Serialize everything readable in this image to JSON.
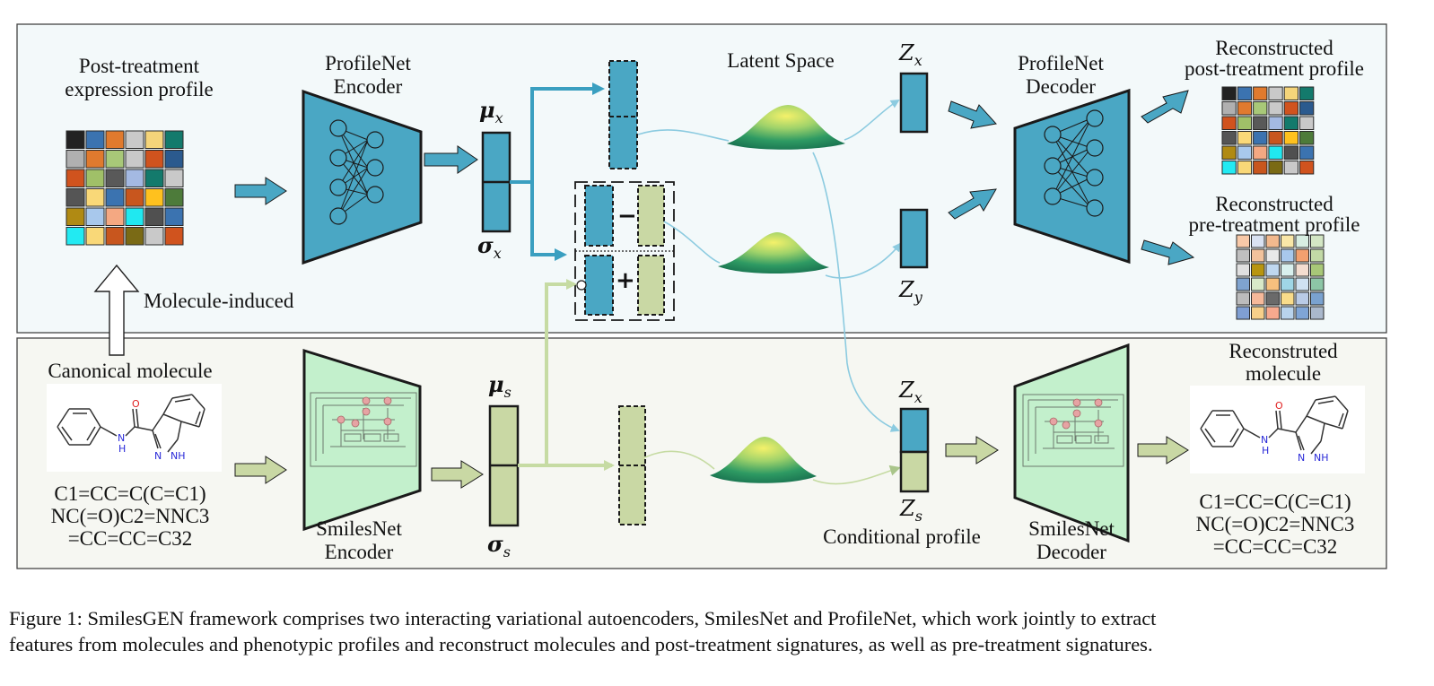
{
  "colors": {
    "profile_teal": "#4aa7c4",
    "smiles_green": "#c9d8a4",
    "top_panel_bg": "#f3f9fa",
    "bottom_panel_bg": "#f6f7f2",
    "latent_curve": "#8ccbe0",
    "green_curve": "#c6dba3",
    "encoder_bg_green": "#c3f0cc"
  },
  "labels": {
    "post_treatment_profile": [
      "Post-treatment",
      "expression profile"
    ],
    "profilenet_encoder": [
      "ProfileNet",
      "Encoder"
    ],
    "latent_space": "Latent Space",
    "profilenet_decoder": [
      "ProfileNet",
      "Decoder"
    ],
    "recon_post": [
      "Reconstructed",
      "post-treatment profile"
    ],
    "recon_pre": [
      "Reconstructed",
      "pre-treatment profile"
    ],
    "molecule_induced": "Molecule-induced",
    "canonical_molecule": "Canonical molecule",
    "smilesnet_encoder": [
      "SmilesNet",
      "Encoder"
    ],
    "conditional_profile": "Conditional profile",
    "smilesnet_decoder": [
      "SmilesNet",
      "Decoder"
    ],
    "reconstructed_molecule": [
      "Reconstruted",
      "molecule"
    ]
  },
  "symbols": {
    "mu": "μ",
    "sigma": "σ",
    "z": "Z",
    "sub_x": "x",
    "sub_y": "y",
    "sub_s": "s",
    "minus": "−",
    "plus": "+"
  },
  "smiles_input": [
    "C1=CC=C(C=C1)",
    "NC(=O)C2=NNC3",
    "=CC=CC=C32"
  ],
  "smiles_output": [
    "C1=CC=C(C=C1)",
    "NC(=O)C2=NNC3",
    "=CC=CC=C32"
  ],
  "molecule_atoms": {
    "oxygen": "O",
    "nitrogen": "N",
    "hydrogen": "H",
    "nh": "NH"
  },
  "caption": [
    "Figure 1: SmilesGEN framework comprises two interacting variational autoencoders, SmilesNet and ProfileNet, which work jointly to extract",
    "features from molecules and phenotypic profiles and reconstruct molecules and post-treatment signatures, as well as pre-treatment signatures."
  ],
  "heatmaps": {
    "post_treatment": [
      [
        "#222222",
        "#3b73b0",
        "#e07a2e",
        "#c9c9c9",
        "#f4d47a",
        "#137a6c"
      ],
      [
        "#b0b0b0",
        "#e07a2e",
        "#a8c878",
        "#c9c9c9",
        "#d0531e",
        "#2b5a8e"
      ],
      [
        "#d0531e",
        "#a0c068",
        "#595959",
        "#a4b9e2",
        "#137a6c",
        "#c9c9c9"
      ],
      [
        "#555555",
        "#f9d878",
        "#3b73b0",
        "#c8561e",
        "#ffc11e",
        "#4d7b3a"
      ],
      [
        "#b08a13",
        "#a8c8ec",
        "#f4a882",
        "#20e8f0",
        "#505050",
        "#3b73b0"
      ],
      [
        "#22eaf2",
        "#f9d878",
        "#c8561e",
        "#7a6a15",
        "#c9c9c9",
        "#d0531e"
      ]
    ],
    "reconstructed_post": [
      [
        "#222222",
        "#3b73b0",
        "#e07a2e",
        "#c9c9c9",
        "#f4d47a",
        "#137a6c"
      ],
      [
        "#b0b0b0",
        "#e07a2e",
        "#a8c878",
        "#c9c9c9",
        "#d0531e",
        "#2b5a8e"
      ],
      [
        "#d0531e",
        "#a0c068",
        "#595959",
        "#a4b9e2",
        "#137a6c",
        "#c9c9c9"
      ],
      [
        "#555555",
        "#f9d878",
        "#3b73b0",
        "#c8561e",
        "#ffc11e",
        "#4d7b3a"
      ],
      [
        "#b08a13",
        "#a8c8ec",
        "#f4a882",
        "#20e8f0",
        "#505050",
        "#3b73b0"
      ],
      [
        "#22eaf2",
        "#f9d878",
        "#c8561e",
        "#7a6a15",
        "#c9c9c9",
        "#d0531e"
      ]
    ],
    "reconstructed_pre": [
      [
        "#f8c9a8",
        "#d9e2f2",
        "#f2b98e",
        "#f9e7a8",
        "#d8eee2",
        "#d3e6c4"
      ],
      [
        "#bfbfbf",
        "#f2c29c",
        "#e9e9e9",
        "#a8c8ec",
        "#f3a06f",
        "#c2d9a6"
      ],
      [
        "#e0e0e0",
        "#b8950f",
        "#bfd7f0",
        "#d9f0ee",
        "#f4ddd0",
        "#a8c878"
      ],
      [
        "#7fa3cf",
        "#d8e9c8",
        "#f6c07e",
        "#9fd6e6",
        "#cfe1f2",
        "#8dc6a6"
      ],
      [
        "#bcbcbc",
        "#f6b99a",
        "#6a6a6a",
        "#f9dc8a",
        "#b9cbe6",
        "#7aa2d0"
      ],
      [
        "#7f9fd3",
        "#f7d08a",
        "#f7a98e",
        "#b8d3ec",
        "#7fa5d6",
        "#aab8cc"
      ]
    ]
  }
}
